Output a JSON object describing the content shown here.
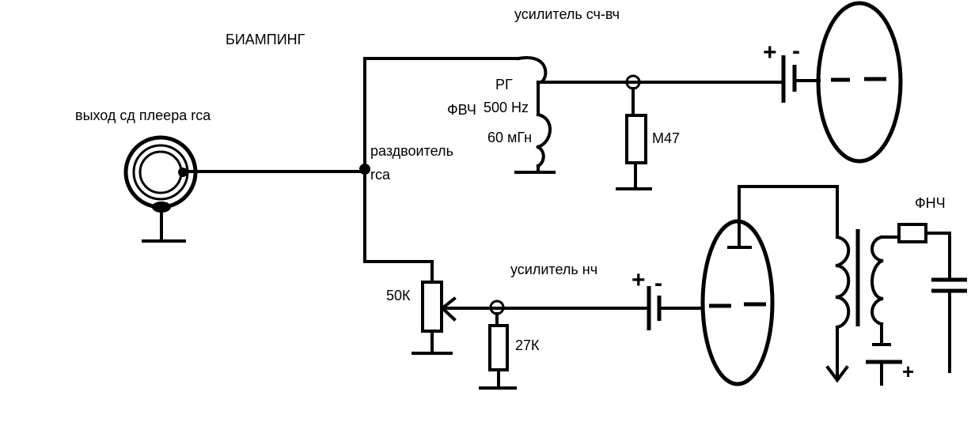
{
  "title": "БИАМПИНГ",
  "labels": {
    "source": "выход сд плеера  rca",
    "splitter_line1": "раздвоитель",
    "splitter_line2": "rca",
    "hf_amp": "усилитель сч-вч",
    "rg": "РГ",
    "hpf": "ФВЧ",
    "freq": "500 Hz",
    "inductance": "60 мГн",
    "resistor_hf": "М47",
    "lf_amp": "усилитель нч",
    "pot": "50К",
    "resistor_lf": "27К",
    "lpf": "ФНЧ"
  },
  "polarity": {
    "plus": "+",
    "minus": "-"
  }
}
